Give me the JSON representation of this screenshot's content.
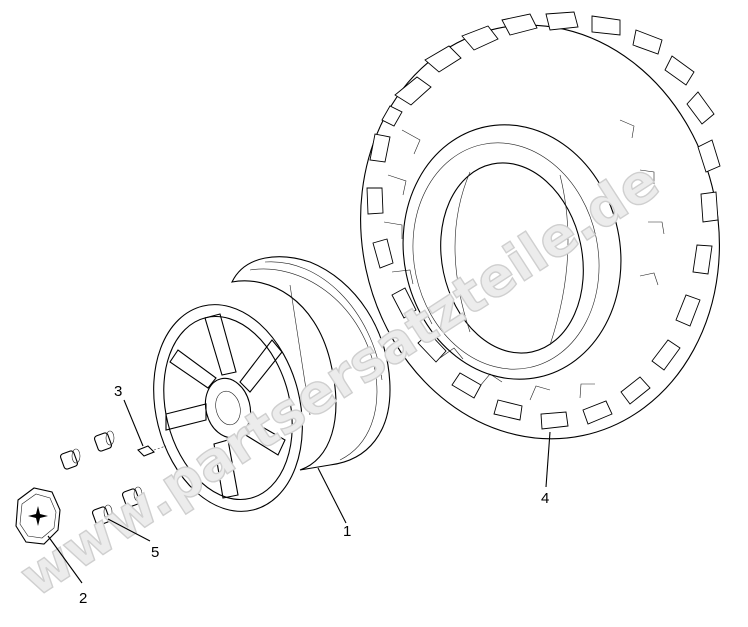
{
  "watermark": "www.partsersatzteile.de",
  "callouts": [
    {
      "id": "1",
      "label": "1",
      "part": "rim"
    },
    {
      "id": "2",
      "label": "2",
      "part": "hub-cap"
    },
    {
      "id": "3",
      "label": "3",
      "part": "valve-stem"
    },
    {
      "id": "4",
      "label": "4",
      "part": "tire"
    },
    {
      "id": "5",
      "label": "5",
      "part": "lug-nuts"
    }
  ]
}
